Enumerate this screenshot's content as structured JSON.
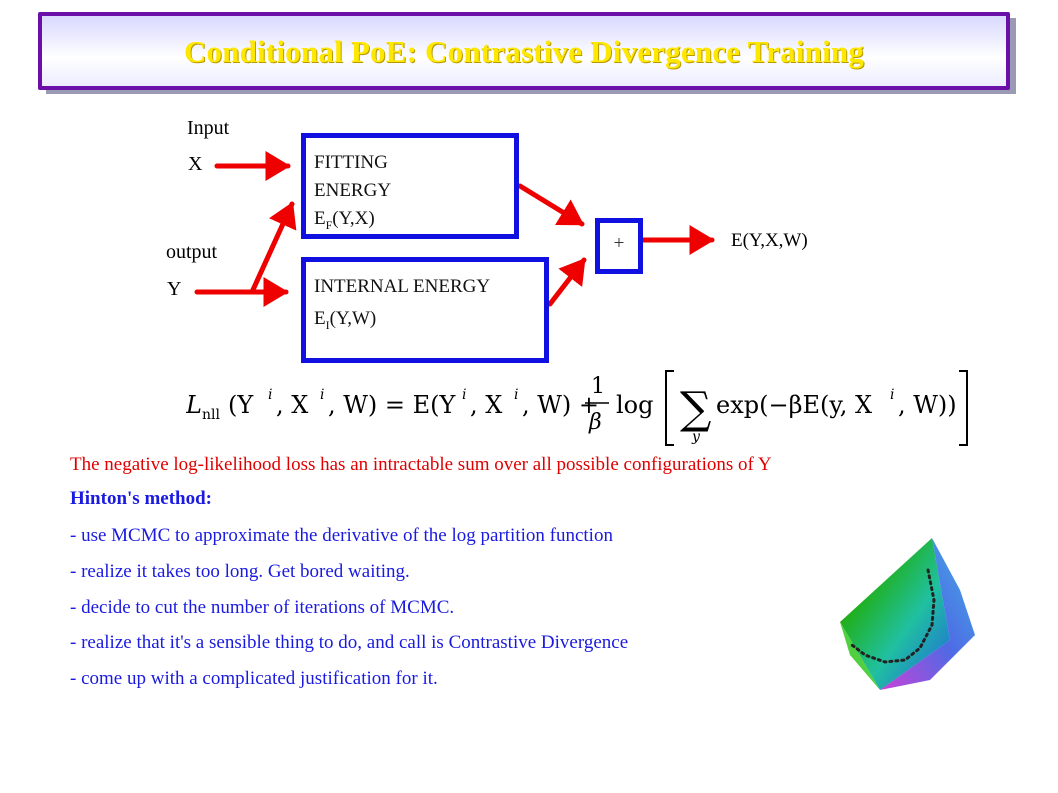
{
  "title": "Conditional PoE: Contrastive Divergence Training",
  "diagram": {
    "input_label": "Input",
    "x_label": "X",
    "output_label": "output",
    "y_label": "Y",
    "fitting_box": {
      "line1": "FITTING",
      "line2": "ENERGY",
      "func_main": "E",
      "func_sub": "F",
      "func_args": "(Y,X)"
    },
    "internal_box": {
      "line1": "INTERNAL ENERGY",
      "func_main": "E",
      "func_sub": "I",
      "func_args": "(Y,W)"
    },
    "sum_symbol": "+",
    "result_label": "E(Y,X,W)"
  },
  "formula": {
    "lhs": "L",
    "lhs_sub": "nll",
    "lhs_args": "(Y",
    "sup_i": "i",
    "comma_x": ", X",
    "w_close": ", W) = E(Y",
    "w_close2": ", W) +",
    "frac_num": "1",
    "frac_den": "β",
    "log": "log",
    "sum_sub": "y",
    "exp": "exp(−βE(y, X",
    "exp_close": ", W))"
  },
  "text": {
    "line0": "The negative log-likelihood loss has an intractable sum over all possible configurations of Y",
    "line1": "Hinton's method:",
    "line2": "- use MCMC to approximate the derivative of the log partition function",
    "line3": "- realize it takes too long. Get bored waiting.",
    "line4": "- decide to cut the number of iterations of MCMC.",
    "line5": "- realize that it's a sensible thing to do, and call is Contrastive Divergence",
    "line6": "- come up with a complicated justification for it."
  },
  "colors": {
    "title": "#ffe800",
    "title_border": "#6a10a8",
    "box_border": "#1010e0",
    "arrow": "#ee0000",
    "note_red": "#e00000",
    "note_blue": "#1a1ae0"
  }
}
